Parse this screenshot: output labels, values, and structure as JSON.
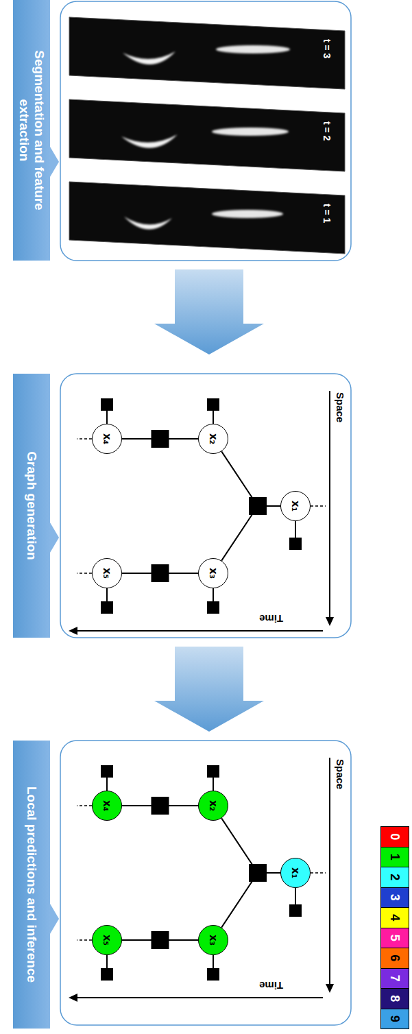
{
  "diagram": {
    "nodes": [
      {
        "text": [
          "Segmentation and feature extraction"
        ]
      },
      {
        "text": [
          "x₁"
        ]
      },
      {
        "text": [
          "x₂"
        ]
      },
      {
        "text": [
          "x₃"
        ]
      },
      {
        "text": [
          "x₄"
        ]
      },
      {
        "text": [
          "x₅"
        ]
      },
      {
        "text": [
          "Graph generation"
        ]
      },
      {
        "text": [
          "x₁"
        ]
      },
      {
        "text": [
          "x₂"
        ]
      },
      {
        "text": [
          "x₃"
        ]
      },
      {
        "text": [
          "x₄"
        ]
      },
      {
        "text": [
          "x₅"
        ]
      },
      {
        "text": [
          "Local predictions and inference"
        ]
      }
    ],
    "edges": [
      {
        "from": 1,
        "to": 2,
        "arrow": "none"
      },
      {
        "from": 1,
        "to": 3,
        "arrow": "none"
      },
      {
        "from": 2,
        "to": 4,
        "arrow": "none"
      },
      {
        "from": 3,
        "to": 5,
        "arrow": "none"
      },
      {
        "from": 7,
        "to": 8,
        "arrow": "none"
      },
      {
        "from": 7,
        "to": 9,
        "arrow": "none"
      },
      {
        "from": 8,
        "to": 10,
        "arrow": "none"
      },
      {
        "from": 9,
        "to": 11,
        "arrow": "none"
      }
    ],
    "labels": [
      "t = 3",
      "t = 2",
      "t = 1",
      "Space",
      "Time",
      "Space",
      "Time"
    ],
    "legend": [
      {
        "text": "0",
        "color": "#ff0000"
      },
      {
        "text": "1",
        "color": "#00ee00"
      },
      {
        "text": "2",
        "color": "#33ffff"
      },
      {
        "text": "3",
        "color": "#1f3fcf"
      },
      {
        "text": "4",
        "color": "#ffff00"
      },
      {
        "text": "5",
        "color": "#ff1aa0"
      },
      {
        "text": "6",
        "color": "#ff6a00"
      },
      {
        "text": "7",
        "color": "#7a2be0"
      },
      {
        "text": "8",
        "color": "#24127a"
      },
      {
        "text": "9",
        "color": "#3aa0e6"
      }
    ]
  }
}
